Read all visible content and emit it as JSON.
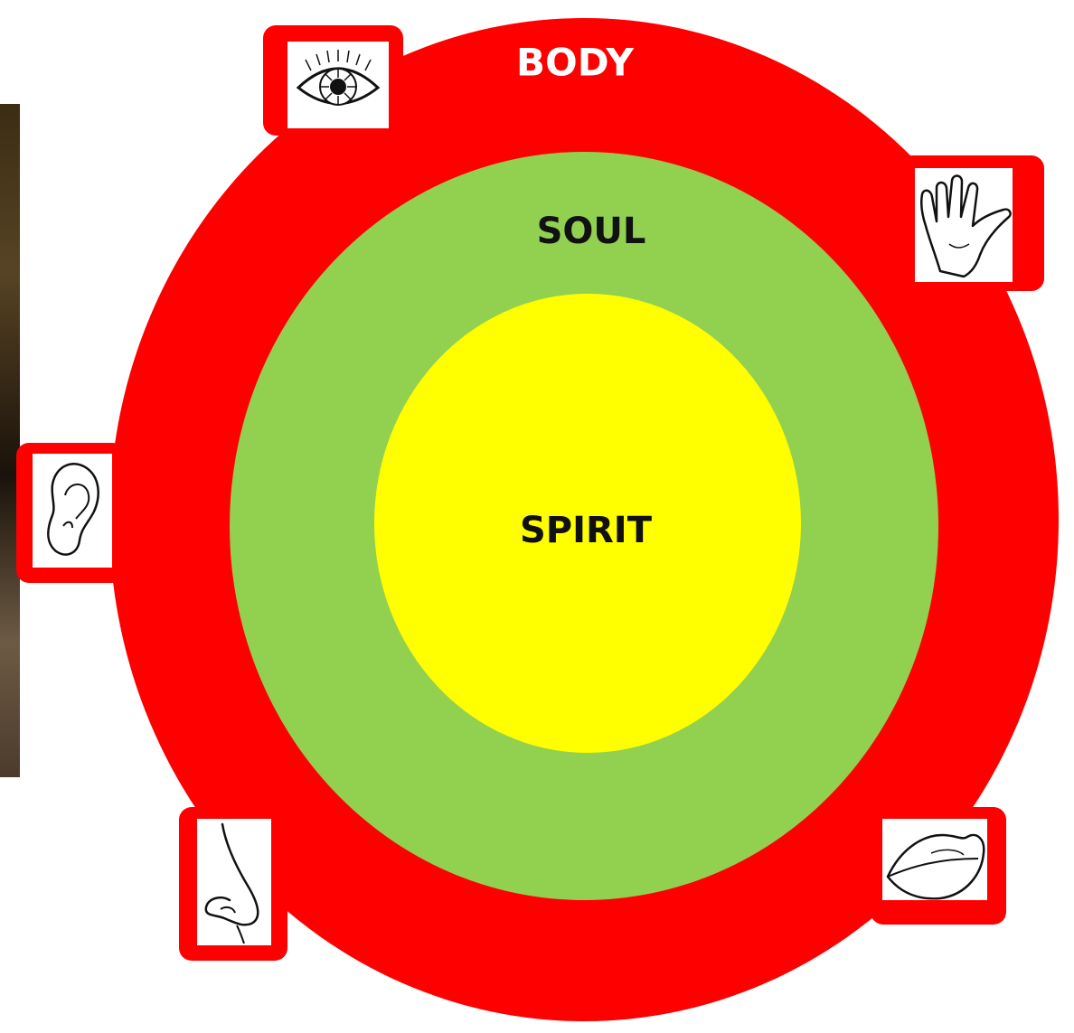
{
  "diagram": {
    "labels": {
      "body": "BODY",
      "soul": "SOUL",
      "spirit": "SPIRIT"
    },
    "colors": {
      "body": "#ff0000",
      "soul": "#92d050",
      "spirit": "#ffff00",
      "body_text": "#ffffff",
      "inner_text": "#111111",
      "icon_bg": "#ffffff",
      "icon_stroke": "#111111"
    },
    "sense_icons": [
      "eye-icon",
      "hand-icon",
      "ear-icon",
      "nose-icon",
      "lips-icon"
    ]
  }
}
